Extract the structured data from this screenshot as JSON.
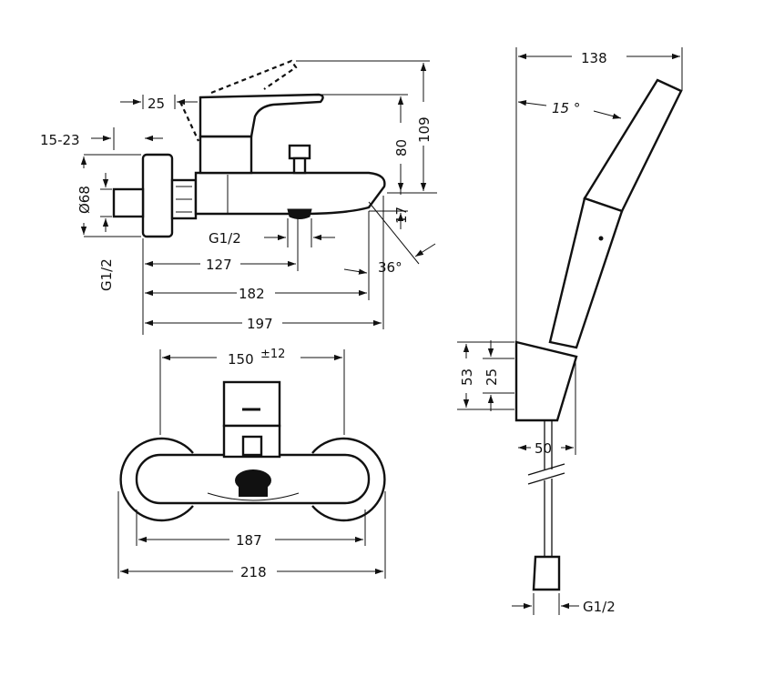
{
  "side_view": {
    "dims": {
      "d25": "25",
      "d15_23": "15-23",
      "d68": "Ø68",
      "g12_left": "G1/2",
      "g12_outlet": "G1/2",
      "d127": "127",
      "d182": "182",
      "d197": "197",
      "d80": "80",
      "d109": "109",
      "d17": "17",
      "d36": "36°"
    }
  },
  "front_view": {
    "dims": {
      "d150": "150",
      "d150_tol": "±12",
      "d187": "187",
      "d218": "218"
    }
  },
  "shower_view": {
    "dims": {
      "d138": "138",
      "d15deg": "15 °",
      "d53": "53",
      "d25": "25",
      "d50": "50",
      "g12": "G1/2"
    }
  }
}
